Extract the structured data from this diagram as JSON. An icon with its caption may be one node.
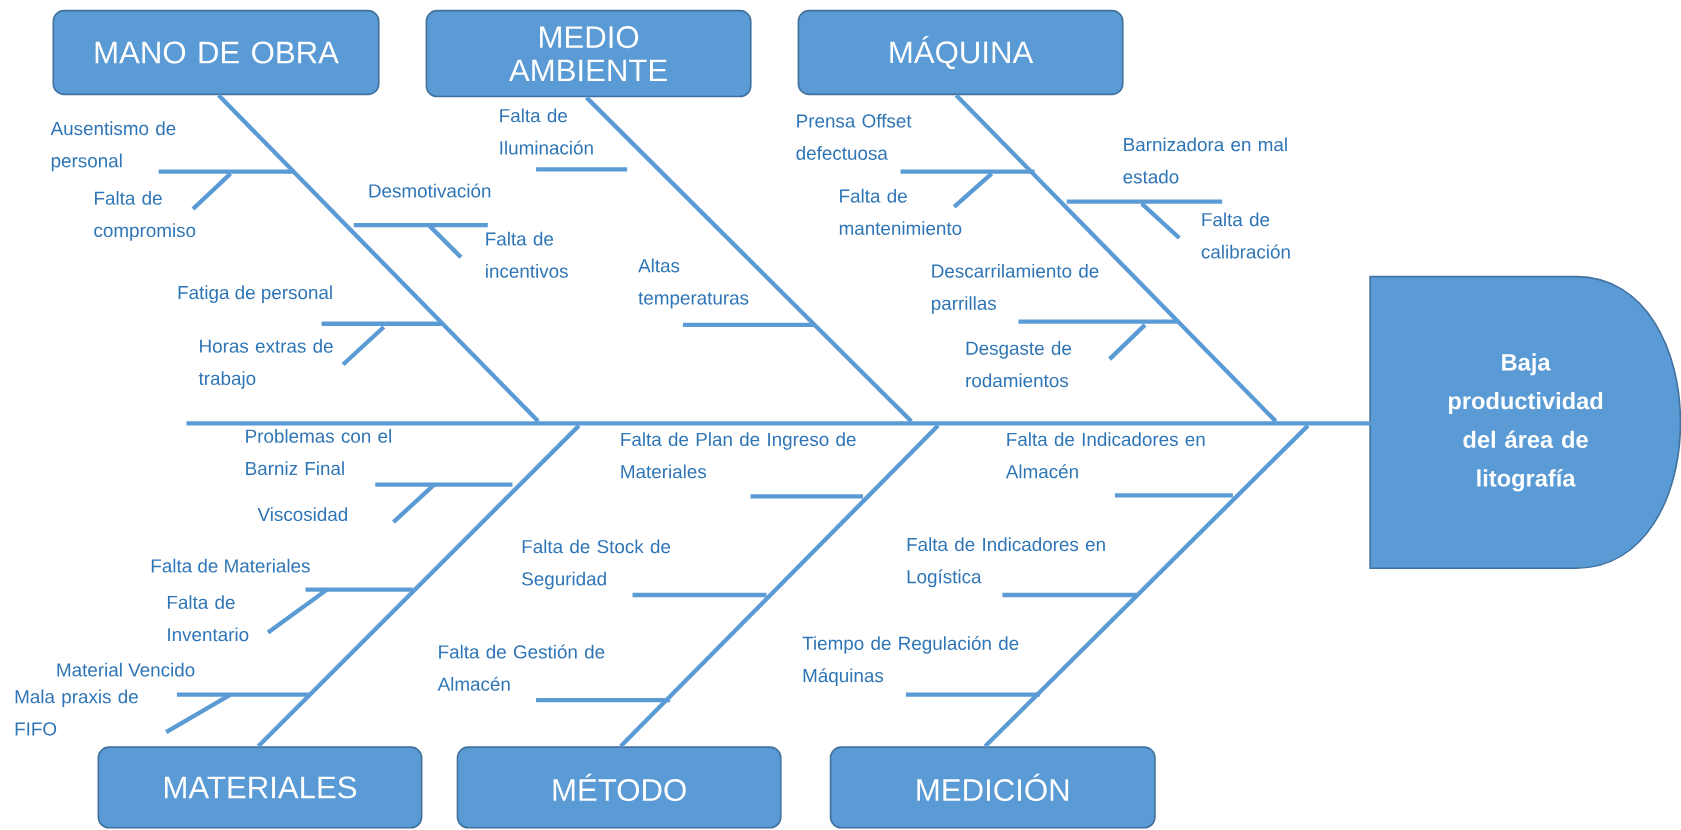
{
  "diagram": {
    "nodes": [
      {
        "text": [
          "MANO DE OBRA"
        ]
      },
      {
        "text": [
          "MEDIO AMBIENTE"
        ]
      },
      {
        "text": [
          "MÁQUINA"
        ]
      },
      {
        "text": [
          "MATERIALES"
        ]
      },
      {
        "text": [
          "MÉTODO"
        ]
      },
      {
        "text": [
          "MEDICIÓN"
        ]
      },
      {
        "text": [
          "Baja productividad del área de litografía"
        ]
      },
      {
        "text": [],
        "shape": "bar"
      }
    ],
    "edges": [
      {
        "from": 0,
        "to": 7,
        "arrow": "none"
      },
      {
        "from": 1,
        "to": 7,
        "arrow": "none"
      },
      {
        "from": 2,
        "to": 7,
        "arrow": "none"
      },
      {
        "from": 3,
        "to": 7,
        "arrow": "none"
      },
      {
        "from": 4,
        "to": 7,
        "arrow": "none"
      },
      {
        "from": 5,
        "to": 7,
        "arrow": "none"
      }
    ],
    "labels": [
      "Ausentismo de personal",
      "Falta de compromiso",
      "Desmotivación",
      "Falta de incentivos",
      "Fatiga de personal",
      "Horas extras de trabajo",
      "Falta de Iluminación",
      "Altas temperaturas",
      "Prensa Offset defectuosa",
      "Falta de mantenimiento",
      "Barnizadora en mal estado",
      "Falta de calibración",
      "Descarrilamiento de parrillas",
      "Desgaste de rodamientos",
      "Problemas con el Barniz Final",
      "Viscosidad",
      "Falta de Materiales",
      "Falta de Inventario",
      "Material Vencido",
      "Mala praxis de FIFO",
      "Falta de Plan de Ingreso de Materiales",
      "Falta de Stock de Seguridad",
      "Falta de Gestión de Almacén",
      "Falta de Indicadores en Almacén",
      "Falta de Indicadores en Logística",
      "Tiempo de Regulación de Máquinas"
    ]
  }
}
